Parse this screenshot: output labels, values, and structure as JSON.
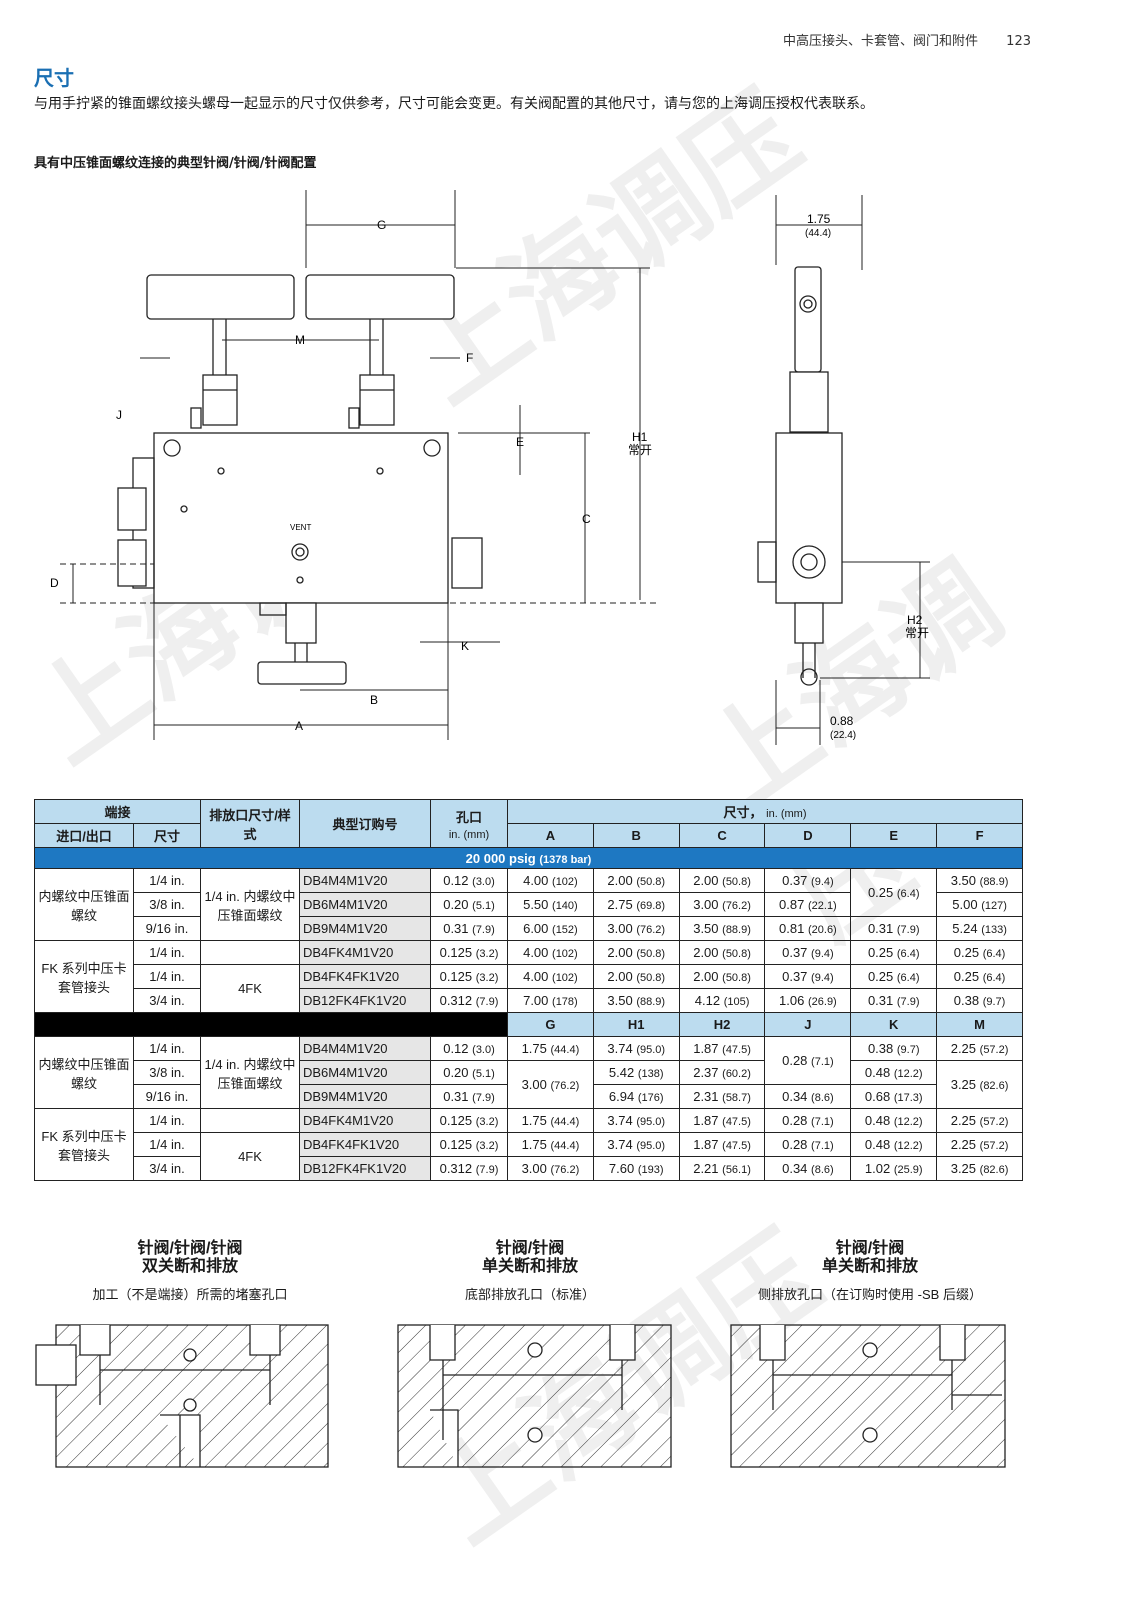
{
  "header": {
    "running_title": "中高压接头、卡套管、阀门和附件",
    "page_number": "123"
  },
  "section": {
    "title": "尺寸",
    "intro": "与用手拧紧的锥面螺纹接头螺母一起显示的尺寸仅供参考，尺寸可能会变更。有关阀配置的其他尺寸，请与您的上海调压授权代表联系。",
    "subtitle": "具有中压锥面螺纹连接的典型针阀/针阀/针阀配置"
  },
  "drawing": {
    "labels": {
      "g": "G",
      "m": "M",
      "f": "F",
      "j": "J",
      "e": "E",
      "c": "C",
      "d": "D",
      "h1": "H1",
      "h1_note": "常开",
      "vent": "VENT",
      "k": "K",
      "b": "B",
      "a": "A",
      "h2": "H2",
      "h2_note": "常开",
      "top_width": "1.75",
      "top_width_mm": "(44.4)",
      "bottom_width": "0.88",
      "bottom_width_mm": "(22.4)"
    }
  },
  "table": {
    "head": {
      "ends": "端接",
      "in_out": "进口/出口",
      "size": "尺寸",
      "vent": "排放口尺寸/样式",
      "order": "典型订购号",
      "orifice": "孔口",
      "orifice_unit": "in. (mm)",
      "dims": "尺寸，",
      "dims_unit": "in. (mm)"
    },
    "cols1": [
      "A",
      "B",
      "C",
      "D",
      "E",
      "F"
    ],
    "cols2": [
      "G",
      "H1",
      "H2",
      "J",
      "K",
      "M"
    ],
    "pressure": "20 000 psig",
    "pressure_bar": "(1378 bar)",
    "groups": {
      "female": "内螺纹中压锥面螺纹",
      "fk": "FK 系列中压卡套管接头",
      "vent_female": "1/4 in. 内螺纹中压锥面螺纹",
      "vent_fk": "4FK"
    },
    "rows": [
      {
        "size": "1/4 in.",
        "order": "DB4M4M1V20",
        "orifice": "0.12",
        "orifice_mm": "(3.0)"
      },
      {
        "size": "3/8 in.",
        "order": "DB6M4M1V20",
        "orifice": "0.20",
        "orifice_mm": "(5.1)"
      },
      {
        "size": "9/16 in.",
        "order": "DB9M4M1V20",
        "orifice": "0.31",
        "orifice_mm": "(7.9)"
      },
      {
        "size": "1/4 in.",
        "order": "DB4FK4M1V20",
        "orifice": "0.125",
        "orifice_mm": "(3.2)"
      },
      {
        "size": "1/4 in.",
        "order": "DB4FK4FK1V20",
        "orifice": "0.125",
        "orifice_mm": "(3.2)"
      },
      {
        "size": "3/4 in.",
        "order": "DB12FK4FK1V20",
        "orifice": "0.312",
        "orifice_mm": "(7.9)"
      }
    ],
    "dims1": {
      "A": [
        [
          "4.00",
          "(102)"
        ],
        [
          "5.50",
          "(140)"
        ],
        [
          "6.00",
          "(152)"
        ],
        [
          "4.00",
          "(102)"
        ],
        [
          "4.00",
          "(102)"
        ],
        [
          "7.00",
          "(178)"
        ]
      ],
      "B": [
        [
          "2.00",
          "(50.8)"
        ],
        [
          "2.75",
          "(69.8)"
        ],
        [
          "3.00",
          "(76.2)"
        ],
        [
          "2.00",
          "(50.8)"
        ],
        [
          "2.00",
          "(50.8)"
        ],
        [
          "3.50",
          "(88.9)"
        ]
      ],
      "C": [
        [
          "2.00",
          "(50.8)"
        ],
        [
          "3.00",
          "(76.2)"
        ],
        [
          "3.50",
          "(88.9)"
        ],
        [
          "2.00",
          "(50.8)"
        ],
        [
          "2.00",
          "(50.8)"
        ],
        [
          "4.12",
          "(105)"
        ]
      ],
      "D": [
        [
          "0.37",
          "(9.4)"
        ],
        [
          "0.87",
          "(22.1)"
        ],
        [
          "0.81",
          "(20.6)"
        ],
        [
          "0.37",
          "(9.4)"
        ],
        [
          "0.37",
          "(9.4)"
        ],
        [
          "1.06",
          "(26.9)"
        ]
      ],
      "E_merged": [
        "0.25",
        "(6.4)"
      ],
      "E": [
        [
          "0.31",
          "(7.9)"
        ],
        [
          "0.25",
          "(6.4)"
        ],
        [
          "0.25",
          "(6.4)"
        ],
        [
          "0.31",
          "(7.9)"
        ]
      ],
      "F": [
        [
          "3.50",
          "(88.9)"
        ],
        [
          "5.00",
          "(127)"
        ],
        [
          "5.24",
          "(133)"
        ],
        [
          "0.25",
          "(6.4)"
        ],
        [
          "0.25",
          "(6.4)"
        ],
        [
          "0.38",
          "(9.7)"
        ]
      ]
    },
    "dims2": {
      "G_merged": [
        "3.00",
        "(76.2)"
      ],
      "G": [
        [
          "1.75",
          "(44.4)"
        ],
        [
          "1.75",
          "(44.4)"
        ],
        [
          "1.75",
          "(44.4)"
        ],
        [
          "3.00",
          "(76.2)"
        ]
      ],
      "H1": [
        [
          "3.74",
          "(95.0)"
        ],
        [
          "5.42",
          "(138)"
        ],
        [
          "6.94",
          "(176)"
        ],
        [
          "3.74",
          "(95.0)"
        ],
        [
          "3.74",
          "(95.0)"
        ],
        [
          "7.60",
          "(193)"
        ]
      ],
      "H2": [
        [
          "1.87",
          "(47.5)"
        ],
        [
          "2.37",
          "(60.2)"
        ],
        [
          "2.31",
          "(58.7)"
        ],
        [
          "1.87",
          "(47.5)"
        ],
        [
          "1.87",
          "(47.5)"
        ],
        [
          "2.21",
          "(56.1)"
        ]
      ],
      "J_merged": [
        "0.28",
        "(7.1)"
      ],
      "J": [
        [
          "0.34",
          "(8.6)"
        ],
        [
          "0.28",
          "(7.1)"
        ],
        [
          "0.28",
          "(7.1)"
        ],
        [
          "0.34",
          "(8.6)"
        ]
      ],
      "K": [
        [
          "0.38",
          "(9.7)"
        ],
        [
          "0.48",
          "(12.2)"
        ],
        [
          "0.68",
          "(17.3)"
        ],
        [
          "0.48",
          "(12.2)"
        ],
        [
          "0.48",
          "(12.2)"
        ],
        [
          "1.02",
          "(25.9)"
        ]
      ],
      "M_merged": [
        "3.25",
        "(82.6)"
      ],
      "M": [
        [
          "2.25",
          "(57.2)"
        ],
        [
          "2.25",
          "(57.2)"
        ],
        [
          "2.25",
          "(57.2)"
        ],
        [
          "3.25",
          "(82.6)"
        ]
      ]
    }
  },
  "sections": [
    {
      "t1a": "针阀/针阀/针阀",
      "t1b": "双关断和排放",
      "t2": "加工（不是端接）所需的堵塞孔口"
    },
    {
      "t1a": "针阀/针阀",
      "t1b": "单关断和排放",
      "t2": "底部排放孔口（标准）"
    },
    {
      "t1a": "针阀/针阀",
      "t1b": "单关断和排放",
      "t2": "侧排放孔口（在订购时使用 -SB 后缀）"
    }
  ],
  "watermark": {
    "text": "上海调压"
  }
}
